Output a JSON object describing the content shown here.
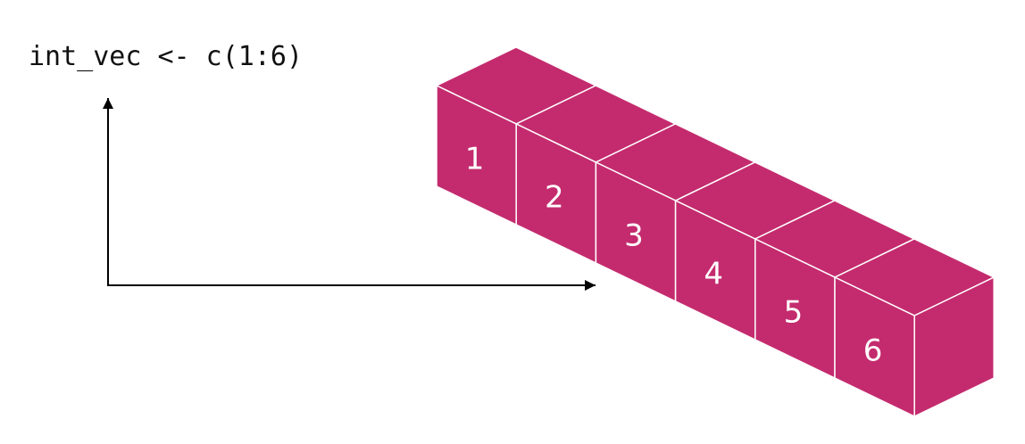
{
  "code": "int_vec <- c(1:6)",
  "vector": {
    "values": [
      "1",
      "2",
      "3",
      "4",
      "5",
      "6"
    ],
    "fill_color": "#c42b6e",
    "edge_color": "#ffffff"
  },
  "arrow_color": "#000000"
}
